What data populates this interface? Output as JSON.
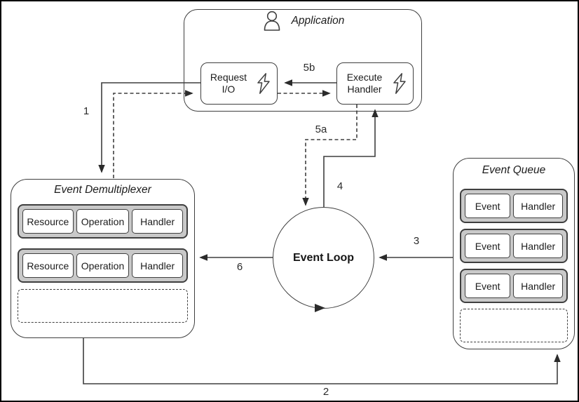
{
  "colors": {
    "stroke": "#3f3f3f",
    "text": "#1c1c1c",
    "row_fill": "#c9c9c9",
    "frame": "#000000"
  },
  "application": {
    "title": "Application",
    "request_io_label": "Request I/O",
    "execute_handler_label": "Execute Handler"
  },
  "event_demultiplexer": {
    "title": "Event Demultiplexer",
    "rows": [
      {
        "cells": [
          "Resource",
          "Operation",
          "Handler"
        ]
      },
      {
        "cells": [
          "Resource",
          "Operation",
          "Handler"
        ]
      }
    ]
  },
  "event_queue": {
    "title": "Event Queue",
    "rows": [
      {
        "cells": [
          "Event",
          "Handler"
        ]
      },
      {
        "cells": [
          "Event",
          "Handler"
        ]
      },
      {
        "cells": [
          "Event",
          "Handler"
        ]
      }
    ]
  },
  "event_loop": {
    "label": "Event Loop"
  },
  "arrow_labels": {
    "n1": "1",
    "n2": "2",
    "n3": "3",
    "n4": "4",
    "n5a": "5a",
    "n5b": "5b",
    "n6": "6"
  },
  "icons": {
    "person": "person-icon",
    "lightning": "lightning-bolt-icon",
    "loop_direction": "loop-direction-arrow-icon"
  }
}
